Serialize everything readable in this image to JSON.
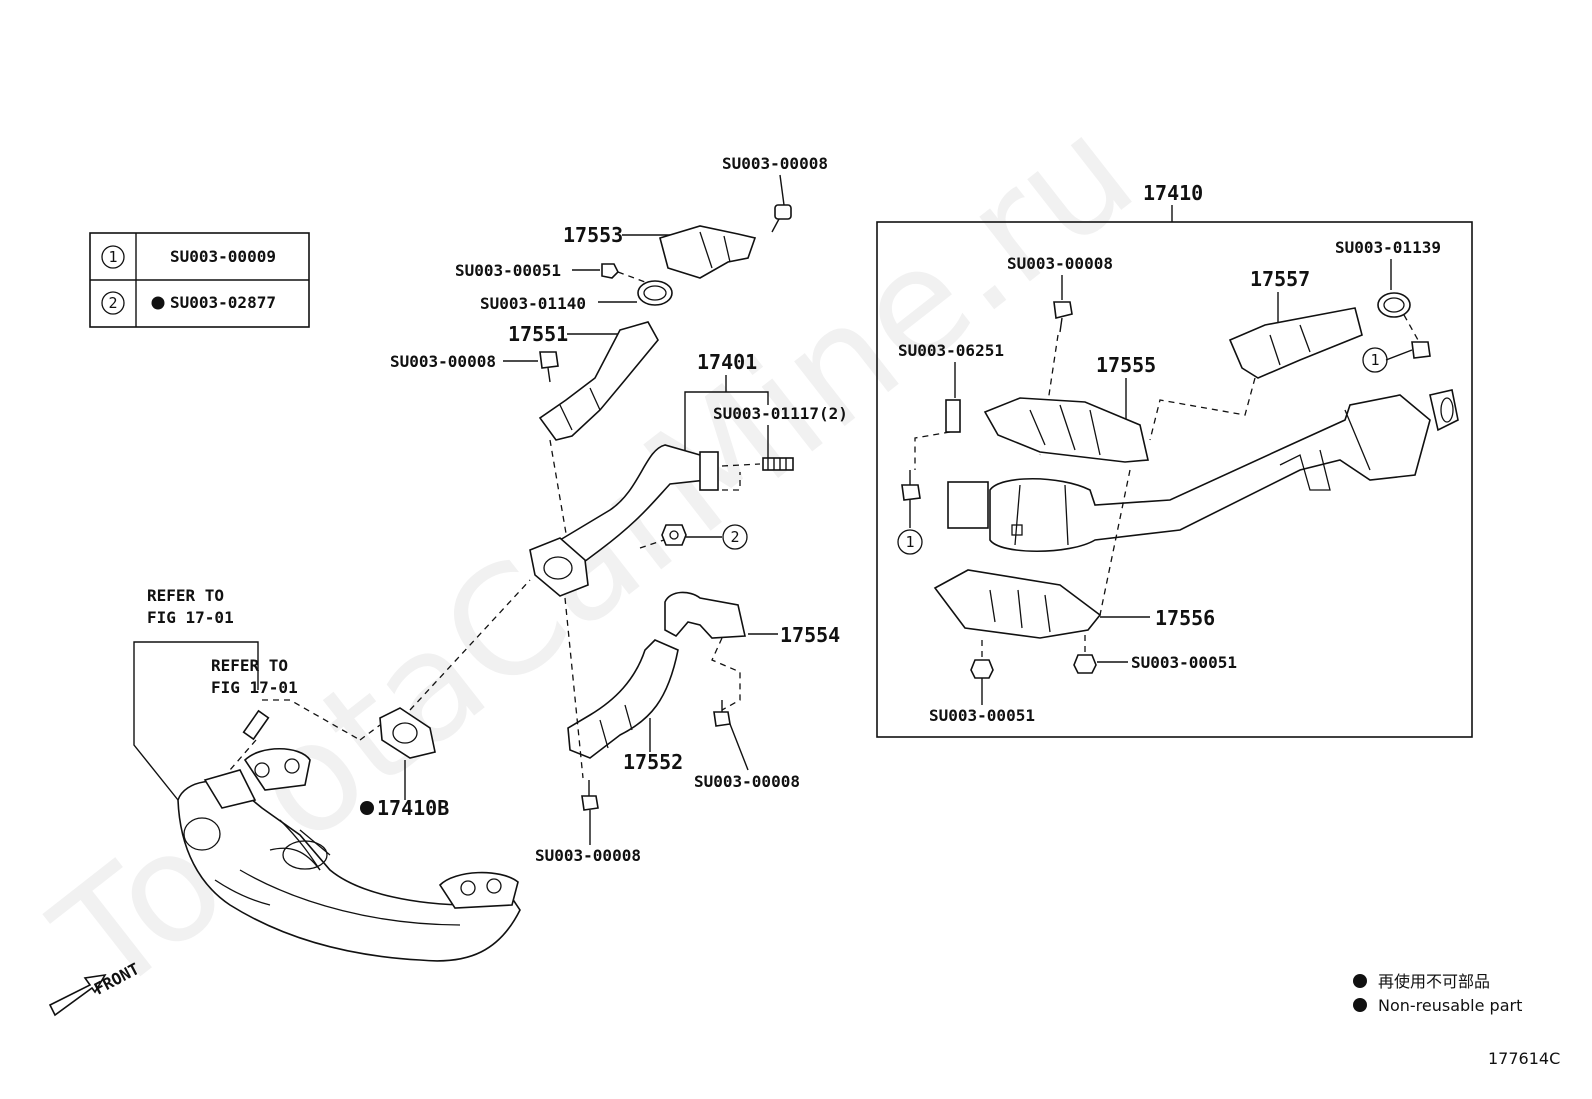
{
  "watermark": "ToyotaCarMine.ru",
  "legend_table": {
    "rows": [
      {
        "num": "1",
        "code": "SU003-00009",
        "nonreusable": false
      },
      {
        "num": "2",
        "code": "SU003-02877",
        "nonreusable": true
      }
    ]
  },
  "labels": {
    "p17553": "17553",
    "c_top_00008": "SU003-00008",
    "c_00051_top": "SU003-00051",
    "c_01140": "SU003-01140",
    "p17551": "17551",
    "c_00008_left": "SU003-00008",
    "p17401": "17401",
    "c_01117": "SU003-01117(2)",
    "refer1_line1": "REFER TO",
    "refer1_line2": "FIG 17-01",
    "refer2_line1": "REFER TO",
    "refer2_line2": "FIG 17-01",
    "p17410B": "17410B",
    "p17554": "17554",
    "p17552": "17552",
    "c_00008_mid": "SU003-00008",
    "c_00008_bottom": "SU003-00008",
    "p17410": "17410",
    "c_00008_box": "SU003-00008",
    "c_06251": "SU003-06251",
    "p17555": "17555",
    "p17557": "17557",
    "c_01139": "SU003-01139",
    "p17556": "17556",
    "c_00051_right": "SU003-00051",
    "c_00051_box": "SU003-00051",
    "callout1a": "1",
    "callout1b": "1",
    "callout2": "2"
  },
  "front_label": "FRONT",
  "legend": {
    "jp": "再使用不可部品",
    "en": "Non-reusable part"
  },
  "figure_id": "177614C"
}
